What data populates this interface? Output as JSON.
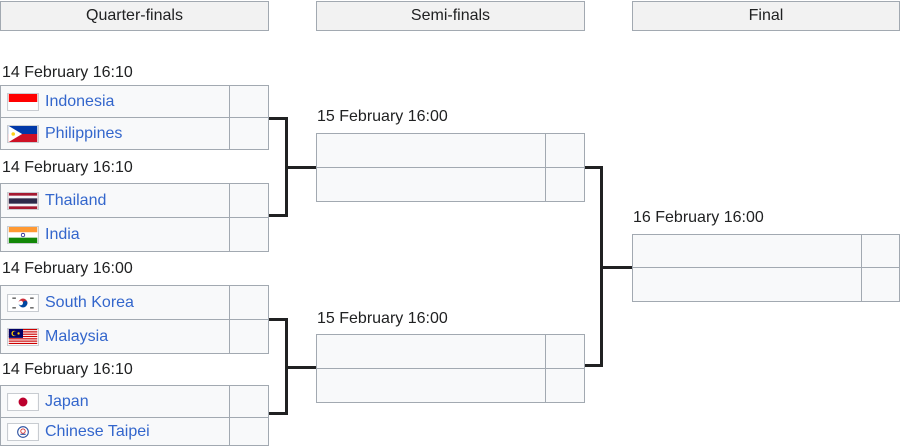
{
  "rounds": {
    "quarterfinals": "Quarter-finals",
    "semifinals": "Semi-finals",
    "final": "Final"
  },
  "quarterfinals": [
    {
      "date": "14 February 16:10",
      "team1": {
        "name": "Indonesia",
        "flag": "indonesia-flag-icon"
      },
      "team2": {
        "name": "Philippines",
        "flag": "philippines-flag-icon"
      }
    },
    {
      "date": "14 February 16:10",
      "team1": {
        "name": "Thailand",
        "flag": "thailand-flag-icon"
      },
      "team2": {
        "name": "India",
        "flag": "india-flag-icon"
      }
    },
    {
      "date": "14 February 16:00",
      "team1": {
        "name": "South Korea",
        "flag": "south-korea-flag-icon"
      },
      "team2": {
        "name": "Malaysia",
        "flag": "malaysia-flag-icon"
      }
    },
    {
      "date": "14 February 16:10",
      "team1": {
        "name": "Japan",
        "flag": "japan-flag-icon"
      },
      "team2": {
        "name": "Chinese Taipei",
        "flag": "chinese-taipei-flag-icon"
      }
    }
  ],
  "semifinals": [
    {
      "date": "15 February 16:00"
    },
    {
      "date": "15 February 16:00"
    }
  ],
  "final": {
    "date": "16 February 16:00"
  },
  "colors": {
    "link": "#3366cc",
    "cell_background": "#f8f9fa",
    "header_background": "#f2f2f2",
    "border": "#a2a9b1",
    "bracket_line": "#202122"
  }
}
